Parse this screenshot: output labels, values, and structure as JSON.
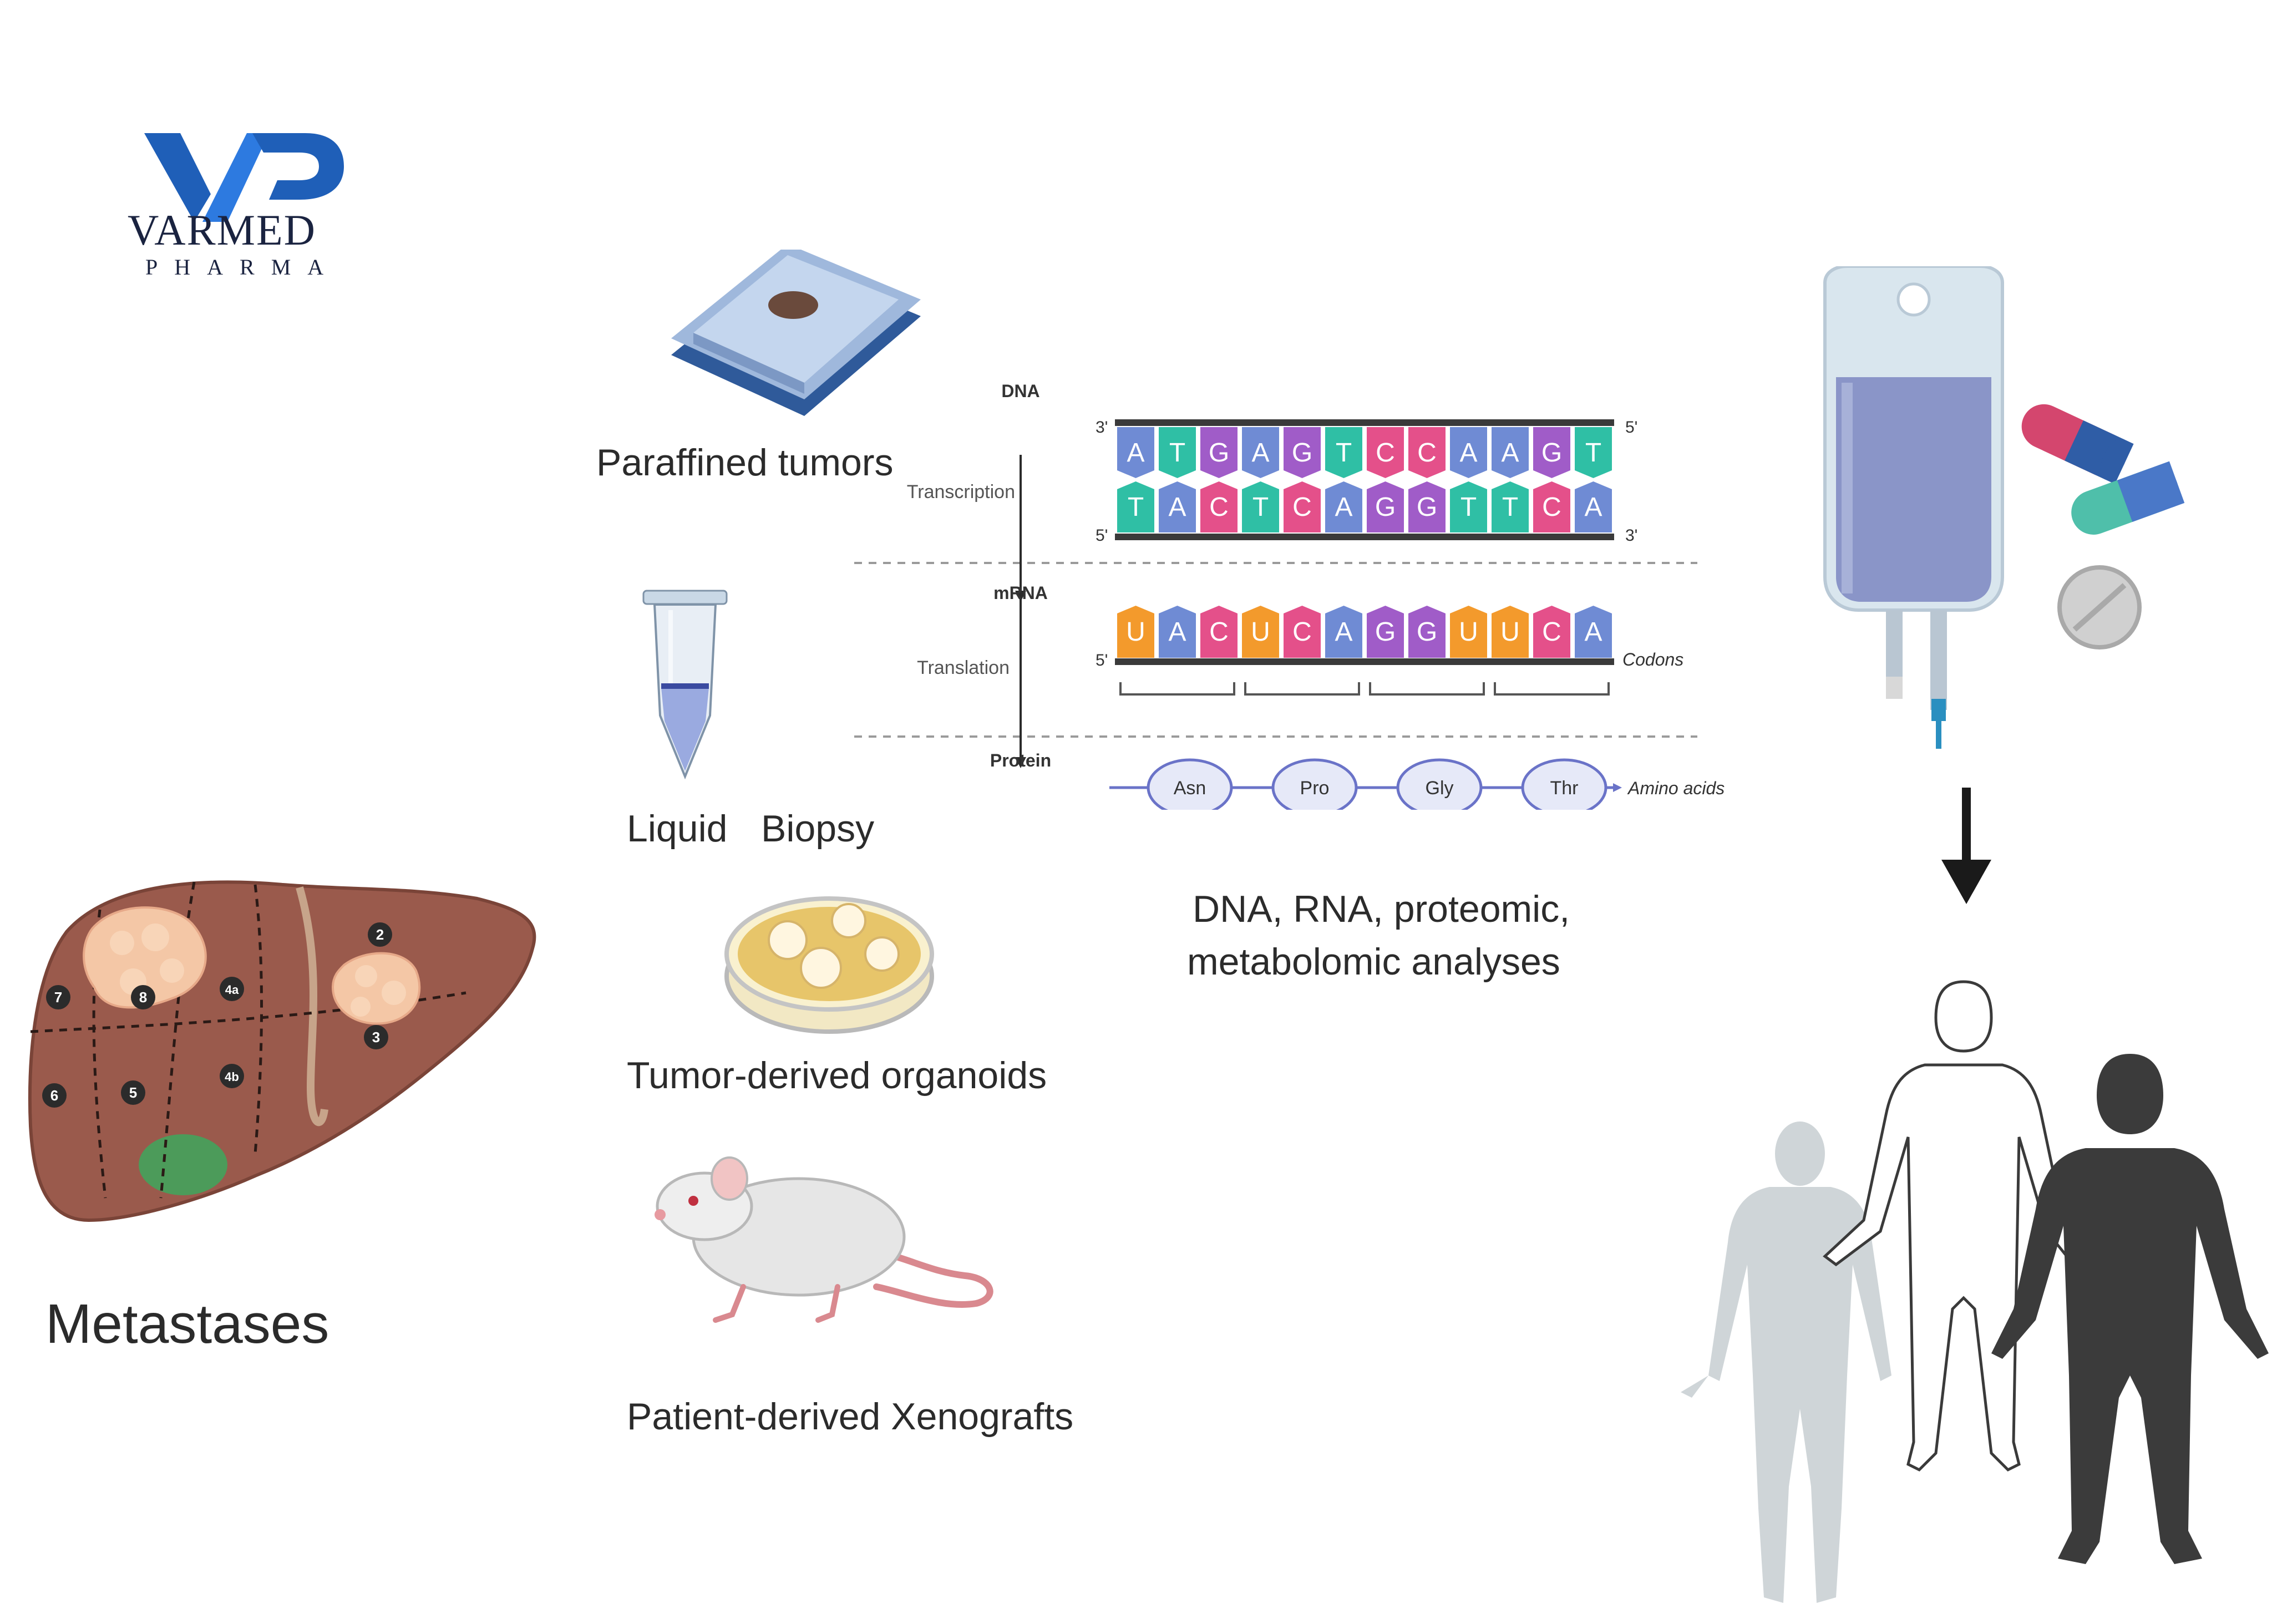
{
  "logo": {
    "brand": "VARMED",
    "sub": "PHARMA"
  },
  "samples": {
    "paraffined": "Paraffined tumors",
    "liquid_word1": "Liquid",
    "liquid_word2": "Biopsy",
    "organoids": "Tumor-derived organoids",
    "xenografts": "Patient-derived Xenografts"
  },
  "liver": {
    "label": "Metastases",
    "segments": [
      "2",
      "3",
      "4a",
      "4b",
      "5",
      "6",
      "7",
      "8"
    ]
  },
  "central_dogma": {
    "dna": "DNA",
    "mrna": "mRNA",
    "protein": "Protein",
    "transcription": "Transcription",
    "translation": "Translation",
    "three_prime": "3'",
    "five_prime": "5'",
    "dna_top": [
      "A",
      "T",
      "G",
      "A",
      "G",
      "T",
      "C",
      "C",
      "A",
      "A",
      "G",
      "T"
    ],
    "dna_bottom": [
      "T",
      "A",
      "C",
      "T",
      "C",
      "A",
      "G",
      "G",
      "T",
      "T",
      "C",
      "A"
    ],
    "mrna_bases": [
      "U",
      "A",
      "C",
      "U",
      "C",
      "A",
      "G",
      "G",
      "U",
      "U",
      "C",
      "A"
    ],
    "codons_label": "Codons",
    "amino_acids": [
      "Asn",
      "Pro",
      "Gly",
      "Thr"
    ],
    "amino_label": "Amino acids",
    "colors": {
      "A": "#6f8bd4",
      "T": "#2fbfa5",
      "G": "#a05cc8",
      "C": "#e4508a",
      "U": "#f39a2c"
    }
  },
  "analyses": {
    "line1": "DNA, RNA, proteomic,",
    "line2": "metabolomic analyses"
  }
}
